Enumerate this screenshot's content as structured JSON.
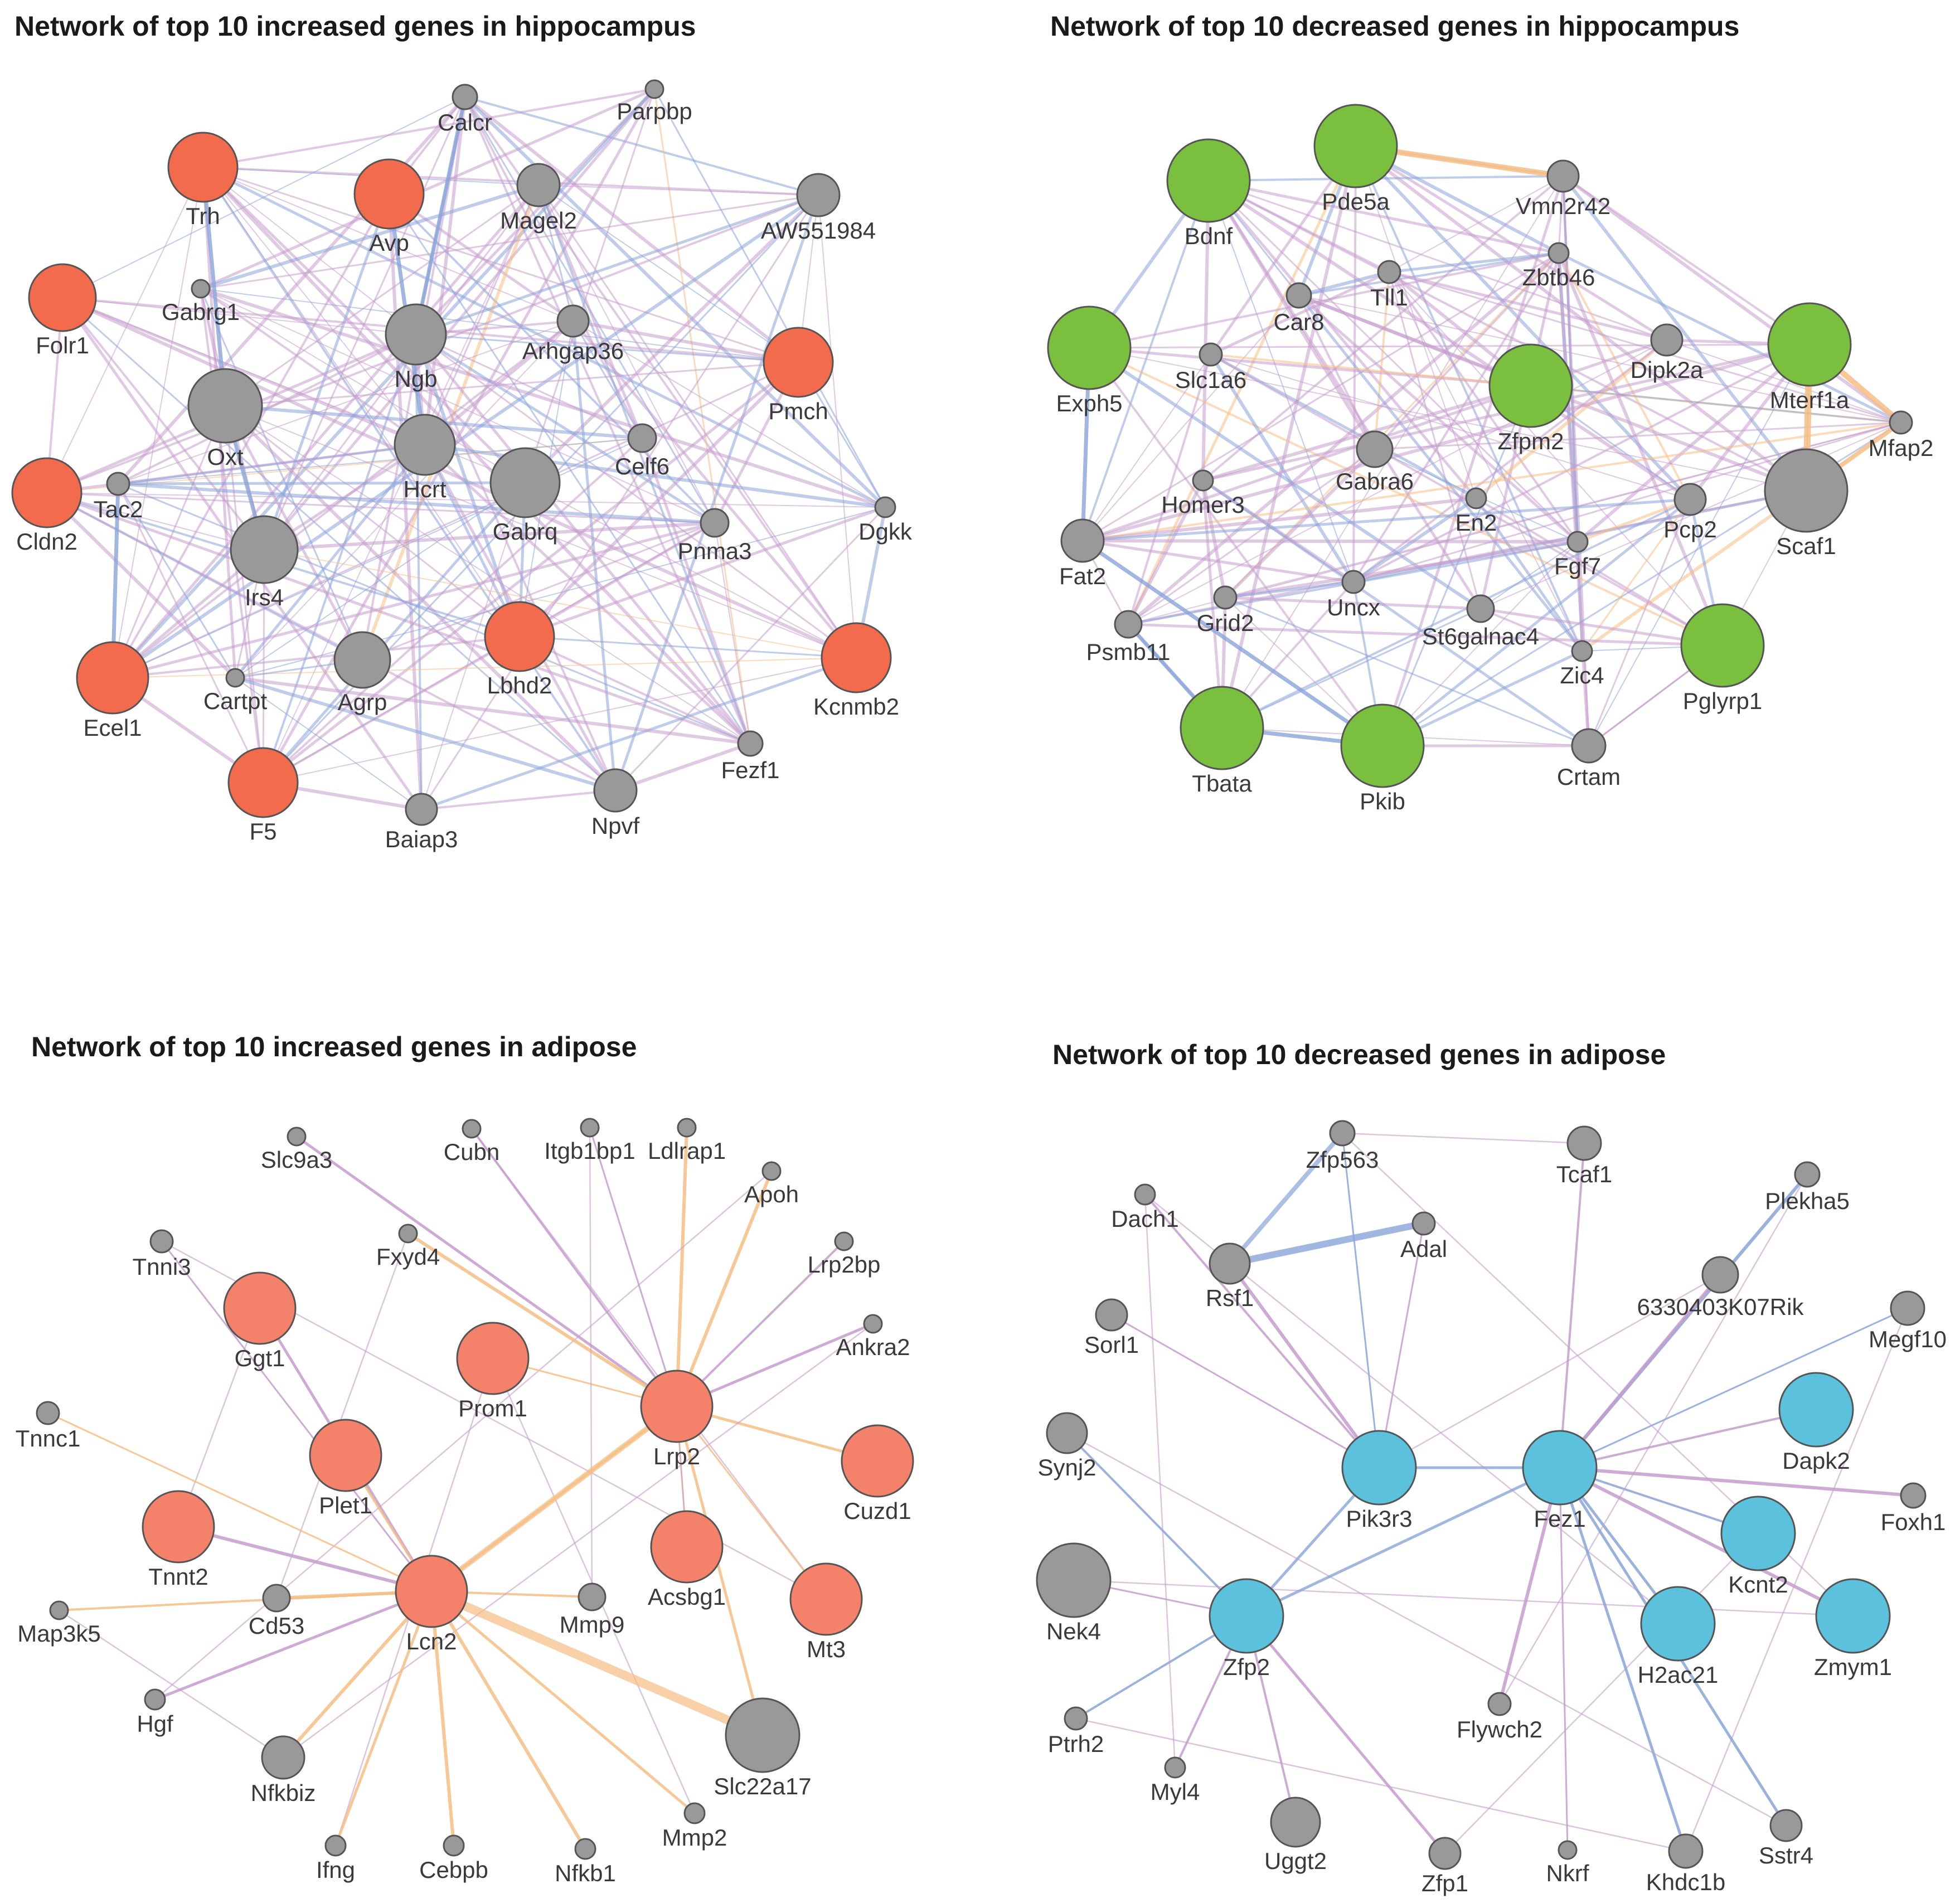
{
  "colors": {
    "hippo_up": "#f26b4c",
    "hippo_down": "#7bbf3e",
    "adipose_up": "#f4826a",
    "adipose_down": "#5bc1dc",
    "neighbor": "#999999",
    "node_stroke": "#555555",
    "edge_coexpression": "#c59ccc",
    "edge_colocalization": "#8aa4d8",
    "edge_pathway": "#f6bd84"
  },
  "panels": [
    {
      "id": "hippo-up",
      "title": "Network of top 10 increased genes in hippocampus",
      "nodes": [
        {
          "label": "Calcr",
          "query": false,
          "r": 22
        },
        {
          "label": "Parpbp",
          "query": false,
          "r": 16
        },
        {
          "label": "Trh",
          "query": true,
          "r": 62
        },
        {
          "label": "Avp",
          "query": true,
          "r": 62
        },
        {
          "label": "Magel2",
          "query": false,
          "r": 38
        },
        {
          "label": "AW551984",
          "query": false,
          "r": 38
        },
        {
          "label": "Folr1",
          "query": true,
          "r": 60
        },
        {
          "label": "Gabrg1",
          "query": false,
          "r": 16
        },
        {
          "label": "Ngb",
          "query": false,
          "r": 54
        },
        {
          "label": "Arhgap36",
          "query": false,
          "r": 28
        },
        {
          "label": "Pmch",
          "query": true,
          "r": 62
        },
        {
          "label": "Oxt",
          "query": false,
          "r": 66
        },
        {
          "label": "Hcrt",
          "query": false,
          "r": 54
        },
        {
          "label": "Celf6",
          "query": false,
          "r": 25
        },
        {
          "label": "Cldn2",
          "query": true,
          "r": 62
        },
        {
          "label": "Tac2",
          "query": false,
          "r": 20
        },
        {
          "label": "Gabrq",
          "query": false,
          "r": 62
        },
        {
          "label": "Irs4",
          "query": false,
          "r": 60
        },
        {
          "label": "Pnma3",
          "query": false,
          "r": 25
        },
        {
          "label": "Dgkk",
          "query": false,
          "r": 18
        },
        {
          "label": "Lbhd2",
          "query": true,
          "r": 62
        },
        {
          "label": "Kcnmb2",
          "query": true,
          "r": 62
        },
        {
          "label": "Ecel1",
          "query": true,
          "r": 64
        },
        {
          "label": "Cartpt",
          "query": false,
          "r": 16
        },
        {
          "label": "Agrp",
          "query": false,
          "r": 50
        },
        {
          "label": "Fezf1",
          "query": false,
          "r": 22
        },
        {
          "label": "F5",
          "query": true,
          "r": 62
        },
        {
          "label": "Baiap3",
          "query": false,
          "r": 28
        },
        {
          "label": "Npvf",
          "query": false,
          "r": 38
        }
      ]
    },
    {
      "id": "hippo-down",
      "title": "Network of top 10 decreased genes in hippocampus",
      "nodes": [
        {
          "label": "Pde5a",
          "query": true,
          "r": 74
        },
        {
          "label": "Bdnf",
          "query": true,
          "r": 74
        },
        {
          "label": "Vmn2r42",
          "query": false,
          "r": 28
        },
        {
          "label": "Zbtb46",
          "query": false,
          "r": 18
        },
        {
          "label": "Tll1",
          "query": false,
          "r": 20
        },
        {
          "label": "Car8",
          "query": false,
          "r": 22
        },
        {
          "label": "Exph5",
          "query": true,
          "r": 74
        },
        {
          "label": "Slc1a6",
          "query": false,
          "r": 20
        },
        {
          "label": "Dipk2a",
          "query": false,
          "r": 28
        },
        {
          "label": "Mterf1a",
          "query": true,
          "r": 74
        },
        {
          "label": "Zfpm2",
          "query": true,
          "r": 74
        },
        {
          "label": "Mfap2",
          "query": false,
          "r": 20
        },
        {
          "label": "Gabra6",
          "query": false,
          "r": 32
        },
        {
          "label": "Scaf1",
          "query": false,
          "r": 74
        },
        {
          "label": "Homer3",
          "query": false,
          "r": 18
        },
        {
          "label": "En2",
          "query": false,
          "r": 18
        },
        {
          "label": "Pcp2",
          "query": false,
          "r": 28
        },
        {
          "label": "Fat2",
          "query": false,
          "r": 38
        },
        {
          "label": "Fgf7",
          "query": false,
          "r": 18
        },
        {
          "label": "Uncx",
          "query": false,
          "r": 20
        },
        {
          "label": "Grid2",
          "query": false,
          "r": 20
        },
        {
          "label": "St6galnac4",
          "query": false,
          "r": 24
        },
        {
          "label": "Psmb11",
          "query": false,
          "r": 24
        },
        {
          "label": "Zic4",
          "query": false,
          "r": 18
        },
        {
          "label": "Pglyrp1",
          "query": true,
          "r": 74
        },
        {
          "label": "Tbata",
          "query": true,
          "r": 74
        },
        {
          "label": "Pkib",
          "query": true,
          "r": 74
        },
        {
          "label": "Crtam",
          "query": false,
          "r": 30
        }
      ]
    },
    {
      "id": "adipose-up",
      "title": "Network of top 10 increased genes in adipose",
      "nodes": [
        {
          "label": "Slc9a3",
          "query": false,
          "r": 16
        },
        {
          "label": "Cubn",
          "query": false,
          "r": 16
        },
        {
          "label": "Itgb1bp1",
          "query": false,
          "r": 16
        },
        {
          "label": "Ldlrap1",
          "query": false,
          "r": 16
        },
        {
          "label": "Apoh",
          "query": false,
          "r": 16
        },
        {
          "label": "Tnni3",
          "query": false,
          "r": 20
        },
        {
          "label": "Fxyd4",
          "query": false,
          "r": 16
        },
        {
          "label": "Lrp2bp",
          "query": false,
          "r": 16
        },
        {
          "label": "Ggt1",
          "query": true,
          "r": 64
        },
        {
          "label": "Ankra2",
          "query": false,
          "r": 16
        },
        {
          "label": "Prom1",
          "query": true,
          "r": 64
        },
        {
          "label": "Tnnc1",
          "query": false,
          "r": 20
        },
        {
          "label": "Lrp2",
          "query": true,
          "r": 64
        },
        {
          "label": "Plet1",
          "query": true,
          "r": 64
        },
        {
          "label": "Cuzd1",
          "query": true,
          "r": 64
        },
        {
          "label": "Tnnt2",
          "query": true,
          "r": 64
        },
        {
          "label": "Acsbg1",
          "query": true,
          "r": 64
        },
        {
          "label": "Cd53",
          "query": false,
          "r": 24
        },
        {
          "label": "Lcn2",
          "query": true,
          "r": 64
        },
        {
          "label": "Mmp9",
          "query": false,
          "r": 24
        },
        {
          "label": "Mt3",
          "query": true,
          "r": 64
        },
        {
          "label": "Map3k5",
          "query": false,
          "r": 16
        },
        {
          "label": "Hgf",
          "query": false,
          "r": 18
        },
        {
          "label": "Nfkbiz",
          "query": false,
          "r": 38
        },
        {
          "label": "Slc22a17",
          "query": false,
          "r": 66
        },
        {
          "label": "Mmp2",
          "query": false,
          "r": 18
        },
        {
          "label": "Ifng",
          "query": false,
          "r": 18
        },
        {
          "label": "Cebpb",
          "query": false,
          "r": 18
        },
        {
          "label": "Nfkb1",
          "query": false,
          "r": 18
        }
      ]
    },
    {
      "id": "adipose-down",
      "title": "Network of top 10 decreased genes in adipose",
      "nodes": [
        {
          "label": "Zfp563",
          "query": false,
          "r": 22
        },
        {
          "label": "Tcaf1",
          "query": false,
          "r": 30
        },
        {
          "label": "Dach1",
          "query": false,
          "r": 18
        },
        {
          "label": "Adal",
          "query": false,
          "r": 20
        },
        {
          "label": "Plekha5",
          "query": false,
          "r": 22
        },
        {
          "label": "Rsf1",
          "query": false,
          "r": 36
        },
        {
          "label": "6330403K07Rik",
          "query": false,
          "r": 32
        },
        {
          "label": "Sorl1",
          "query": false,
          "r": 28
        },
        {
          "label": "Megf10",
          "query": false,
          "r": 30
        },
        {
          "label": "Dapk2",
          "query": true,
          "r": 66
        },
        {
          "label": "Synj2",
          "query": false,
          "r": 36
        },
        {
          "label": "Pik3r3",
          "query": true,
          "r": 66
        },
        {
          "label": "Fez1",
          "query": true,
          "r": 66
        },
        {
          "label": "Foxh1",
          "query": false,
          "r": 22
        },
        {
          "label": "Kcnt2",
          "query": true,
          "r": 66
        },
        {
          "label": "Nek4",
          "query": false,
          "r": 66
        },
        {
          "label": "Zfp2",
          "query": true,
          "r": 66
        },
        {
          "label": "H2ac21",
          "query": true,
          "r": 66
        },
        {
          "label": "Zmym1",
          "query": true,
          "r": 66
        },
        {
          "label": "Ptrh2",
          "query": false,
          "r": 20
        },
        {
          "label": "Flywch2",
          "query": false,
          "r": 20
        },
        {
          "label": "Myl4",
          "query": false,
          "r": 18
        },
        {
          "label": "Uggt2",
          "query": false,
          "r": 44
        },
        {
          "label": "Zfp1",
          "query": false,
          "r": 28
        },
        {
          "label": "Nkrf",
          "query": false,
          "r": 16
        },
        {
          "label": "Khdc1b",
          "query": false,
          "r": 30
        },
        {
          "label": "Sstr4",
          "query": false,
          "r": 28
        }
      ]
    }
  ]
}
